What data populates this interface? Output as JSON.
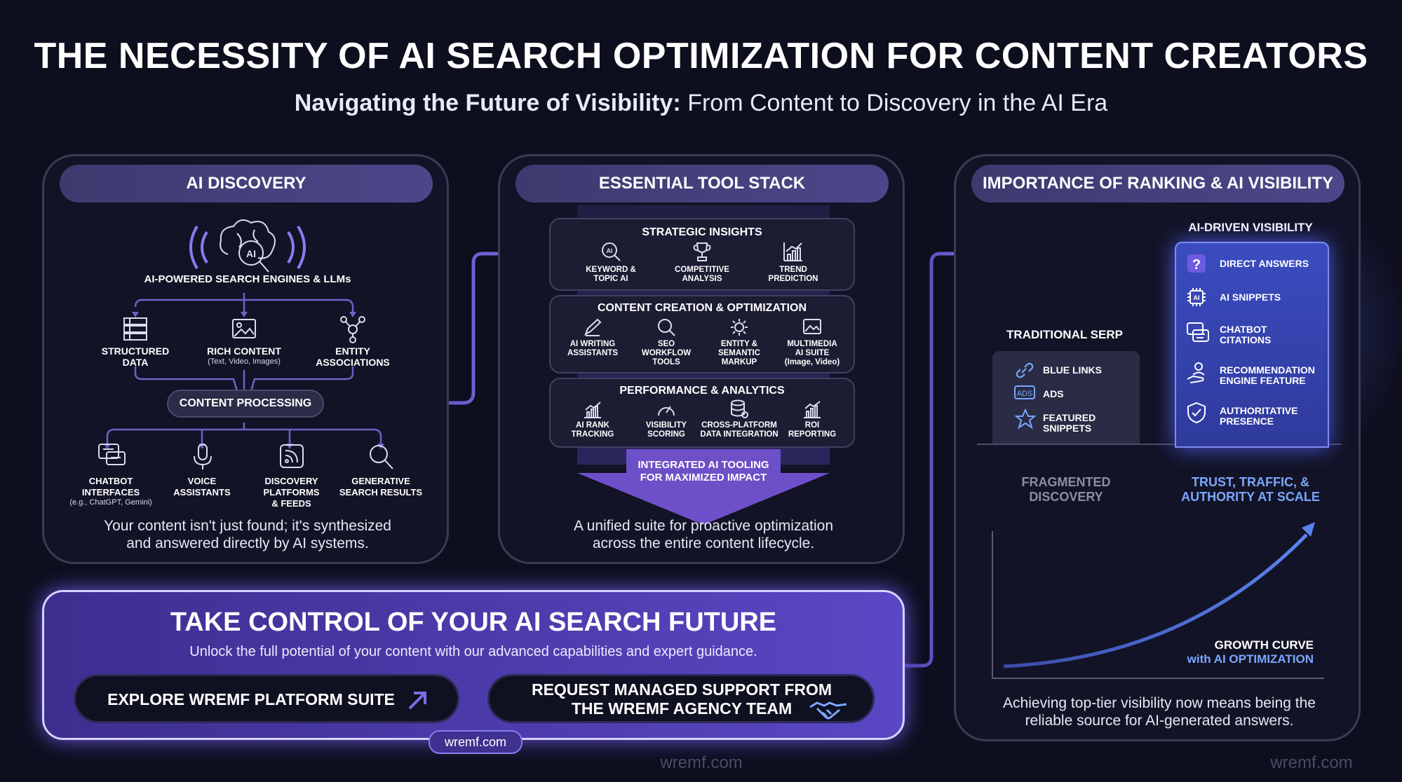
{
  "header": {
    "title": "THE NECESSITY OF AI SEARCH OPTIMIZATION FOR CONTENT CREATORS",
    "subtitle_bold": "Navigating the Future of Visibility:",
    "subtitle_rest": "From Content to Discovery in the AI Era"
  },
  "discovery": {
    "header": "AI DISCOVERY",
    "center_label": "AI-POWERED SEARCH ENGINES & LLMs",
    "inputs": [
      {
        "label": "STRUCTURED\nDATA",
        "sub": ""
      },
      {
        "label": "RICH CONTENT",
        "sub": "(Text, Video, Images)"
      },
      {
        "label": "ENTITY\nASSOCIATIONS",
        "sub": ""
      }
    ],
    "processing": "CONTENT PROCESSING",
    "outputs": [
      {
        "label": "CHATBOT\nINTERFACES",
        "sub": "(e.g., ChatGPT, Gemini)"
      },
      {
        "label": "VOICE\nASSISTANTS",
        "sub": ""
      },
      {
        "label": "DISCOVERY\nPLATFORMS\n& FEEDS",
        "sub": ""
      },
      {
        "label": "GENERATIVE\nSEARCH RESULTS",
        "sub": ""
      }
    ],
    "description": "Your content isn't just found; it's synthesized\nand answered directly by AI systems."
  },
  "tools": {
    "header": "ESSENTIAL TOOL STACK",
    "sections": [
      {
        "title": "STRATEGIC INSIGHTS",
        "items": [
          "KEYWORD &\nTOPIC AI",
          "COMPETITIVE\nANALYSIS",
          "TREND\nPREDICTION"
        ]
      },
      {
        "title": "CONTENT CREATION & OPTIMIZATION",
        "items": [
          "AI WRITING\nASSISTANTS",
          "SEO\nWORKFLOW\nTOOLS",
          "ENTITY &\nSEMANTIC\nMARKUP",
          "MULTIMEDIA\nAI SUITE\n(Image, Video)"
        ]
      },
      {
        "title": "PERFORMANCE & ANALYTICS",
        "items": [
          "AI RANK\nTRACKING",
          "VISIBILITY\nSCORING",
          "CROSS-PLATFORM\nDATA INTEGRATION",
          "ROI\nREPORTING"
        ]
      }
    ],
    "funnel_label": "INTEGRATED AI TOOLING\nFOR MAXIMIZED IMPACT",
    "description": "A unified suite for proactive optimization\nacross the entire content lifecycle."
  },
  "ranking": {
    "header": "IMPORTANCE OF RANKING & AI VISIBILITY",
    "traditional_title": "TRADITIONAL SERP",
    "traditional_items": [
      {
        "label": "BLUE LINKS",
        "icon": "link-icon"
      },
      {
        "label": "ADS",
        "icon": "ads-icon"
      },
      {
        "label": "FEATURED\nSNIPPETS",
        "icon": "star-icon"
      }
    ],
    "traditional_caption": "FRAGMENTED\nDISCOVERY",
    "ai_title": "AI-DRIVEN VISIBILITY",
    "ai_items": [
      {
        "label": "DIRECT ANSWERS",
        "icon": "question-icon"
      },
      {
        "label": "AI SNIPPETS",
        "icon": "ai-chip-icon"
      },
      {
        "label": "CHATBOT\nCITATIONS",
        "icon": "chat-icon"
      },
      {
        "label": "RECOMMENDATION\nENGINE FEATURE",
        "icon": "hand-user-icon"
      },
      {
        "label": "AUTHORITATIVE\nPRESENCE",
        "icon": "shield-icon"
      }
    ],
    "ai_caption": "TRUST, TRAFFIC, &\nAUTHORITY AT SCALE",
    "growth_label": "GROWTH CURVE",
    "growth_sub": "with AI OPTIMIZATION",
    "description": "Achieving top-tier visibility now means being the\nreliable source for AI-generated answers."
  },
  "cta": {
    "title": "TAKE CONTROL OF YOUR AI SEARCH FUTURE",
    "subtitle": "Unlock the full potential of your content with our advanced capabilities and expert guidance.",
    "button1": "EXPLORE WREMF PLATFORM SUITE",
    "button2": "REQUEST MANAGED SUPPORT FROM\nTHE WREMF AGENCY TEAM",
    "url_badge": "wremf.com"
  },
  "footer": {
    "watermark_center": "wremf.com",
    "watermark_right": "wremf.com"
  },
  "colors": {
    "background": "#0d0e1e",
    "accent": "#6a5acd",
    "highlight": "#7aa7ff",
    "cta": "#4a3aa8"
  }
}
